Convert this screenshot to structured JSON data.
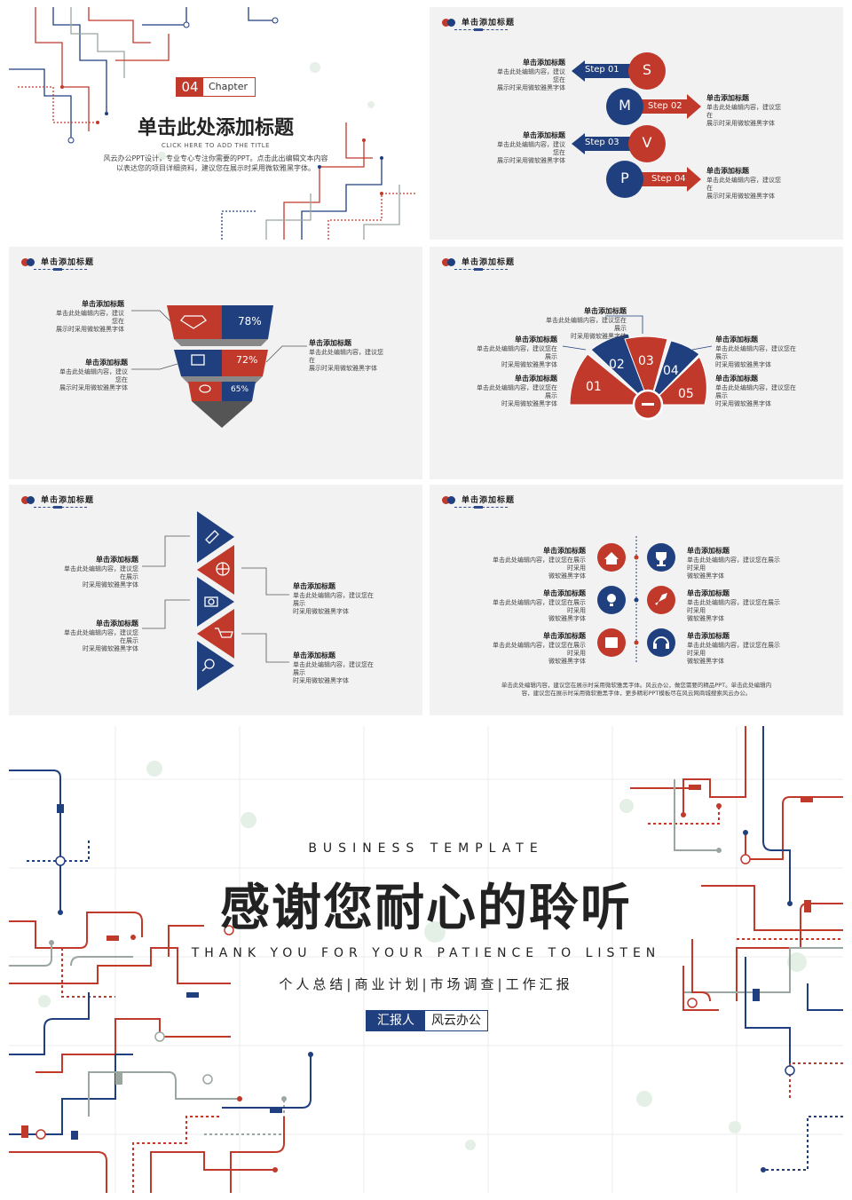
{
  "slide1": {
    "chapter_num": "04",
    "chapter_label": "Chapter",
    "title": "单击此处添加标题",
    "subtitle": "CLICK HERE TO ADD THE TITLE",
    "body1": "风云办公PPT设计，专业专心专注你需要的PPT。点击此出编辑文本内容",
    "body2": "以表达您的项目详细资料，建议您在展示时采用微软雅黑字体。"
  },
  "slide_header": "单击添加标题",
  "smvp": {
    "letters": [
      "S",
      "M",
      "V",
      "P"
    ],
    "steps": [
      "Step 01",
      "Step 02",
      "Step 03",
      "Step 04"
    ],
    "heading": "单击添加标题",
    "line1": "单击此处编辑内容，建议您在",
    "line2": "展示时采用微软雅黑字体"
  },
  "funnel": {
    "percents": [
      "78%",
      "72%",
      "65%"
    ],
    "heading": "单击添加标题",
    "line1": "单击此处编辑内容，建议您在",
    "line2": "展示时采用微软雅黑字体"
  },
  "fan": {
    "numbers": [
      "01",
      "02",
      "03",
      "04",
      "05"
    ],
    "heading": "单击添加标题",
    "line1": "单击此处编辑内容，建议您在展示",
    "line2": "时采用微软雅黑字体"
  },
  "tri": {
    "heading": "单击添加标题",
    "line1": "单击此处编辑内容，建议您在展示",
    "line2": "时采用微软雅黑字体"
  },
  "icons": {
    "heading": "单击添加标题",
    "line1": "单击此处编辑内容，建议您在展示时采用",
    "line2": "微软雅黑字体",
    "footer1": "单击此处编辑内容，建议您在展示时采用微软雅黑字体。风云办公，做您需要的精品PPT。单击此处编辑内",
    "footer2": "容，建议您在展示时采用微软雅黑字体，更多精彩PPT模板尽在风云网商城搜索风云办公。"
  },
  "final": {
    "business": "BUSINESS TEMPLATE",
    "title": "感谢您耐心的聆听",
    "thanks": "THANK YOU FOR YOUR PATIENCE TO LISTEN",
    "tags": "个人总结|商业计划|市场调查|工作汇报",
    "reporter_label": "汇报人",
    "reporter_name": "风云办公"
  },
  "colors": {
    "red": "#c0392b",
    "blue": "#1f3f7f",
    "gray": "#9aa7a0"
  }
}
